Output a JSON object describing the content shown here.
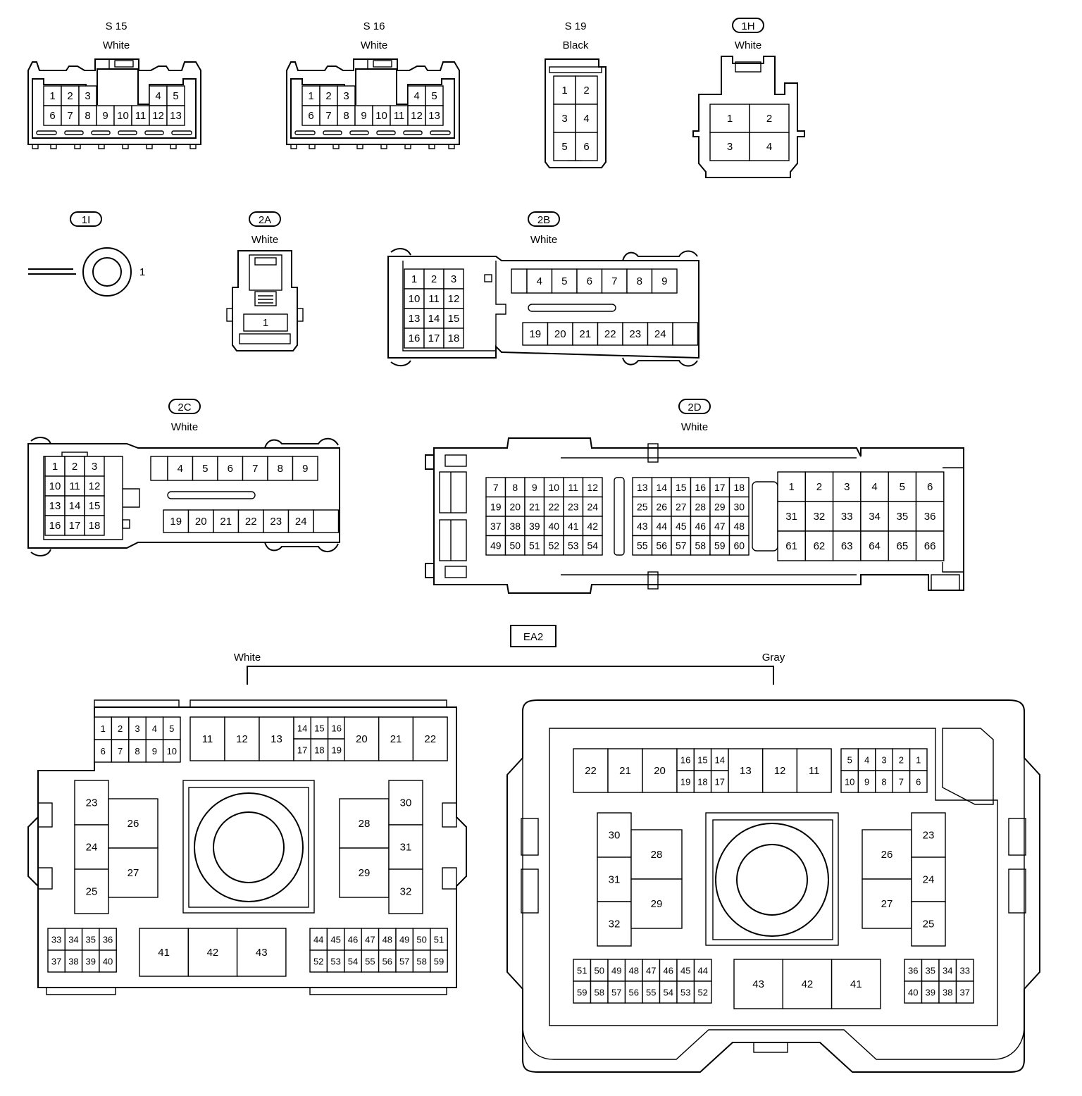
{
  "connectors": {
    "s15": {
      "code": "S 15",
      "color": "White",
      "top": [
        "1",
        "2",
        "3",
        "4",
        "5"
      ],
      "bottom": [
        "6",
        "7",
        "8",
        "9",
        "10",
        "11",
        "12",
        "13"
      ]
    },
    "s16": {
      "code": "S 16",
      "color": "White",
      "top": [
        "1",
        "2",
        "3",
        "4",
        "5"
      ],
      "bottom": [
        "6",
        "7",
        "8",
        "9",
        "10",
        "11",
        "12",
        "13"
      ]
    },
    "s19": {
      "code": "S 19",
      "color": "Black",
      "rows": [
        [
          "1",
          "2"
        ],
        [
          "3",
          "4"
        ],
        [
          "5",
          "6"
        ]
      ]
    },
    "c1h": {
      "code": "1H",
      "color": "White",
      "rows": [
        [
          "1",
          "2"
        ],
        [
          "3",
          "4"
        ]
      ]
    },
    "c1i": {
      "code": "1I",
      "pin": "1"
    },
    "c2a": {
      "code": "2A",
      "color": "White",
      "pin": "1"
    },
    "c2b": {
      "code": "2B",
      "color": "White",
      "left": [
        [
          "1",
          "2",
          "3"
        ],
        [
          "10",
          "11",
          "12"
        ],
        [
          "13",
          "14",
          "15"
        ],
        [
          "16",
          "17",
          "18"
        ]
      ],
      "upper": [
        "4",
        "5",
        "6",
        "7",
        "8",
        "9"
      ],
      "lower": [
        "19",
        "20",
        "21",
        "22",
        "23",
        "24",
        ""
      ]
    },
    "c2c": {
      "code": "2C",
      "color": "White",
      "left": [
        [
          "1",
          "2",
          "3"
        ],
        [
          "10",
          "11",
          "12"
        ],
        [
          "13",
          "14",
          "15"
        ],
        [
          "16",
          "17",
          "18"
        ]
      ],
      "upper": [
        "4",
        "5",
        "6",
        "7",
        "8",
        "9"
      ],
      "lower": [
        "19",
        "20",
        "21",
        "22",
        "23",
        "24",
        ""
      ]
    },
    "c2d": {
      "code": "2D",
      "color": "White",
      "blockA": [
        [
          "7",
          "8",
          "9",
          "10",
          "11",
          "12"
        ],
        [
          "19",
          "20",
          "21",
          "22",
          "23",
          "24"
        ],
        [
          "37",
          "38",
          "39",
          "40",
          "41",
          "42"
        ],
        [
          "49",
          "50",
          "51",
          "52",
          "53",
          "54"
        ]
      ],
      "blockB": [
        [
          "13",
          "14",
          "15",
          "16",
          "17",
          "18"
        ],
        [
          "25",
          "26",
          "27",
          "28",
          "29",
          "30"
        ],
        [
          "43",
          "44",
          "45",
          "46",
          "47",
          "48"
        ],
        [
          "55",
          "56",
          "57",
          "58",
          "59",
          "60"
        ]
      ],
      "blockC": [
        [
          "1",
          "2",
          "3",
          "4",
          "5",
          "6"
        ],
        [
          "31",
          "32",
          "33",
          "34",
          "35",
          "36"
        ],
        [
          "61",
          "62",
          "63",
          "64",
          "65",
          "66"
        ]
      ]
    }
  },
  "ea2": {
    "code": "EA2",
    "left": {
      "color": "White",
      "small_top": [
        [
          "1",
          "2",
          "3",
          "4",
          "5"
        ],
        [
          "6",
          "7",
          "8",
          "9",
          "10"
        ]
      ],
      "big_top": [
        "11",
        "12",
        "13"
      ],
      "mid_top": [
        [
          "14",
          "15",
          "16"
        ],
        [
          "17",
          "18",
          "19"
        ]
      ],
      "big_top2": [
        "20",
        "21",
        "22"
      ],
      "left_col": [
        "23",
        "24",
        "25"
      ],
      "left_col2": [
        "26",
        "27"
      ],
      "right_col2": [
        "28",
        "29"
      ],
      "right_col": [
        "30",
        "31",
        "32"
      ],
      "bottom_left": [
        [
          "33",
          "34",
          "35",
          "36"
        ],
        [
          "37",
          "38",
          "39",
          "40"
        ]
      ],
      "bottom_mid": [
        "41",
        "42",
        "43"
      ],
      "bottom_right": [
        [
          "44",
          "45",
          "46",
          "47",
          "48",
          "49",
          "50",
          "51"
        ],
        [
          "52",
          "53",
          "54",
          "55",
          "56",
          "57",
          "58",
          "59"
        ]
      ]
    },
    "right": {
      "color": "Gray",
      "big_top2": [
        "22",
        "21",
        "20"
      ],
      "mid_top": [
        [
          "16",
          "15",
          "14"
        ],
        [
          "19",
          "18",
          "17"
        ]
      ],
      "big_top": [
        "13",
        "12",
        "11"
      ],
      "small_top": [
        [
          "5",
          "4",
          "3",
          "2",
          "1"
        ],
        [
          "10",
          "9",
          "8",
          "7",
          "6"
        ]
      ],
      "left_col": [
        "30",
        "31",
        "32"
      ],
      "left_col2": [
        "28",
        "29"
      ],
      "right_col2": [
        "26",
        "27"
      ],
      "right_col": [
        "23",
        "24",
        "25"
      ],
      "bottom_left": [
        [
          "51",
          "50",
          "49",
          "48",
          "47",
          "46",
          "45",
          "44"
        ],
        [
          "59",
          "58",
          "57",
          "56",
          "55",
          "54",
          "53",
          "52"
        ]
      ],
      "bottom_mid": [
        "43",
        "42",
        "41"
      ],
      "bottom_right": [
        [
          "36",
          "35",
          "34",
          "33"
        ],
        [
          "40",
          "39",
          "38",
          "37"
        ]
      ]
    }
  }
}
